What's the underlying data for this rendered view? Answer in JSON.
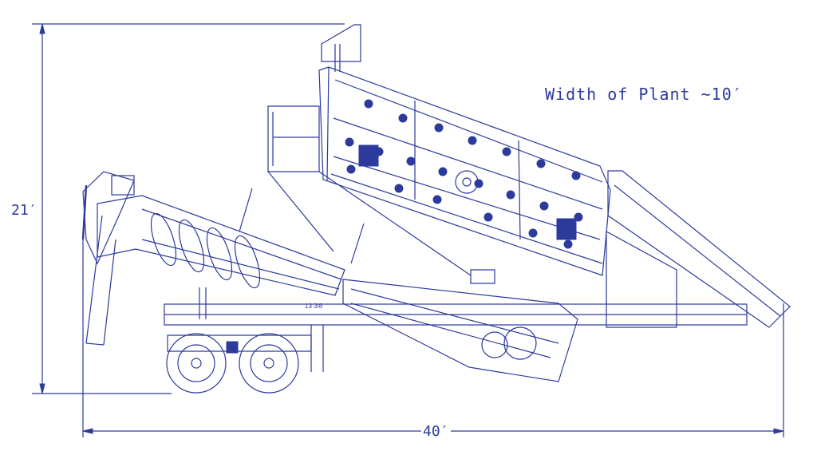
{
  "drawing": {
    "line_color": "#2c3a9c",
    "background": "#ffffff",
    "dimensions": {
      "height_label": "21′",
      "length_label": "40′",
      "width_note": "Width of Plant ~10′"
    },
    "callouts": {
      "size_mark": "13 3/8"
    }
  }
}
